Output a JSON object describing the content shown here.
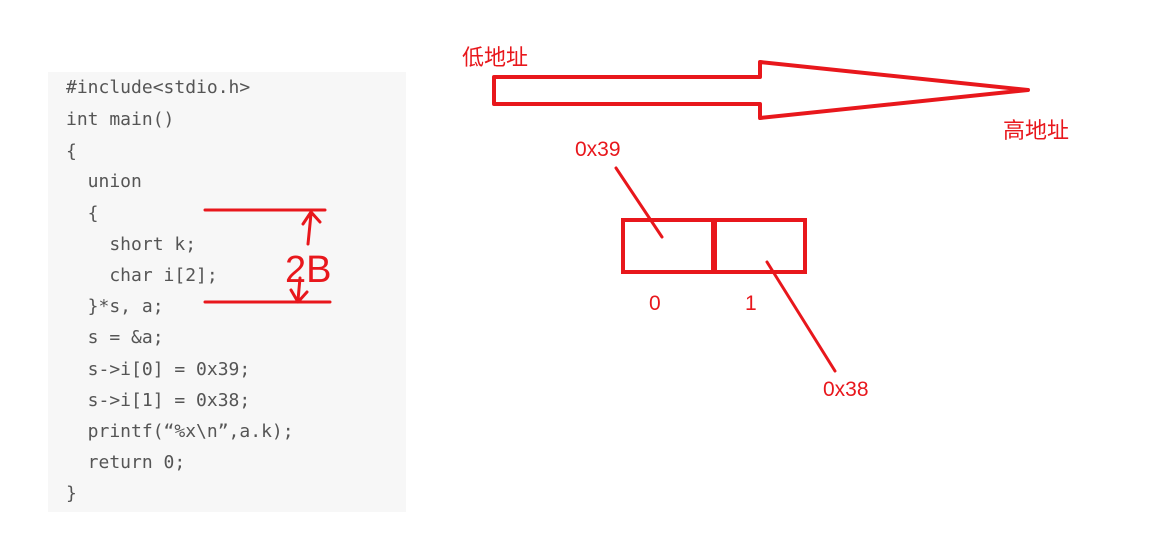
{
  "code": {
    "lines": [
      "#include<stdio.h>",
      "int main()",
      "{",
      "  union",
      "  {",
      "    short k;",
      "    char i[2];",
      "  }*s, a;",
      "  s = &a;",
      "  s->i[0] = 0x39;",
      "  s->i[1] = 0x38;",
      "  printf(“%x\\n”,a.k);",
      "  return 0;",
      "}"
    ],
    "size_annotation": "2B"
  },
  "arrow": {
    "low_label": "低地址",
    "high_label": "高地址"
  },
  "memory": {
    "cells": [
      {
        "index_label": "0",
        "value": "0x39"
      },
      {
        "index_label": "1",
        "value": "0x38"
      }
    ]
  },
  "colors": {
    "annotation": "#e8171c",
    "code_text": "#555555",
    "code_bg": "#f7f7f7"
  }
}
